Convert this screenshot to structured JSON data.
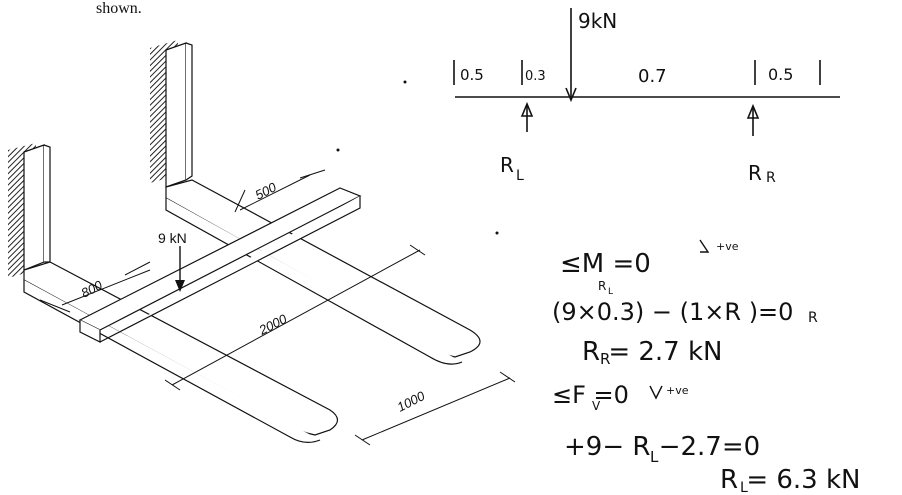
{
  "header": {
    "fragment": "shown."
  },
  "forklift": {
    "load_label": "9 kN",
    "dims": {
      "fork_gap": "500",
      "offset": "800",
      "bar_length": "2000",
      "fork_length": "1000"
    }
  },
  "beam": {
    "load": "9kN",
    "segments": [
      "0.5",
      "0.3",
      "0.7",
      "0.5"
    ],
    "left_reaction": "R",
    "left_reaction_sub": "L",
    "right_reaction": "R",
    "right_reaction_sub": "R"
  },
  "solution": {
    "moment_eq": "≤M  =0",
    "moment_sub": "R",
    "moment_sub2": "L",
    "moment_sign": "+ve",
    "line2": "(9×0.3) − (1×R  )=0",
    "line2_sub": "R",
    "line3": "R  = 2.7 kN",
    "line3_sub": "R",
    "force_eq": "≤F  =0",
    "force_sub": "V",
    "force_sign": "+ve",
    "line5": "+9− R  −2.7=0",
    "line5_sub": "L",
    "line6": "R  = 6.3 kN",
    "line6_sub": "L"
  }
}
